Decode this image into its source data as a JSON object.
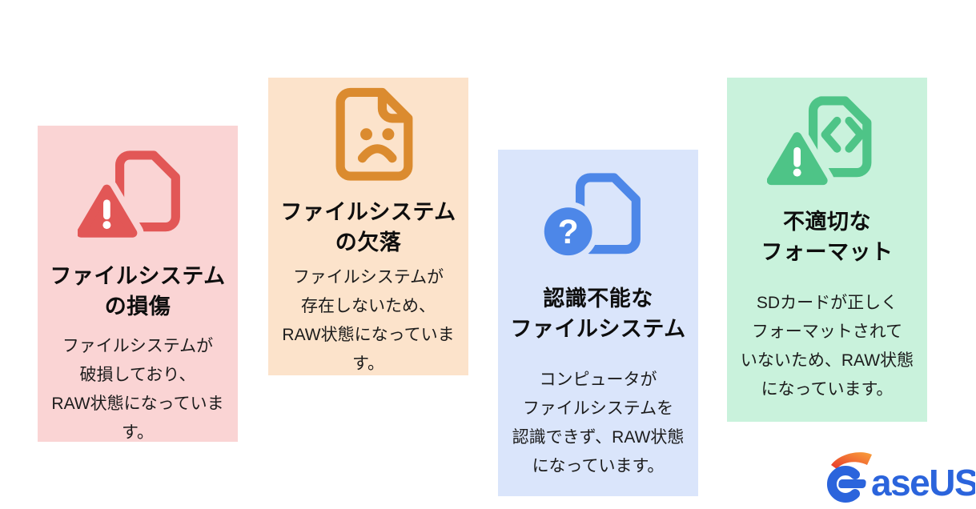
{
  "page": {
    "background_color": "#ffffff"
  },
  "cards": [
    {
      "icon": "file-damaged-warning-icon",
      "title": "ファイルシステム\nの損傷",
      "body": "ファイルシステムが\n破損しており、\nRAW状態になっていま\nす。",
      "bg_color": "#FAD4D4",
      "accent_color": "#E25756"
    },
    {
      "icon": "file-missing-sad-face-icon",
      "title": "ファイルシステム\nの欠落",
      "body": "ファイルシステムが\n存在しないため、\nRAW状態になっていま\nす。",
      "bg_color": "#FCE3CB",
      "accent_color": "#DB8B2F"
    },
    {
      "icon": "file-unrecognized-question-icon",
      "title": "認識不能な\nファイルシステム",
      "body": "コンピュータが\nファイルシステムを\n認識できず、RAW状態\nになっています。",
      "bg_color": "#DAE5FB",
      "accent_color": "#4D87E8"
    },
    {
      "icon": "file-format-code-warning-icon",
      "title": "不適切な\nフォーマット",
      "body": "SDカードが正しく\nフォーマットされて\nいないため、RAW状態\nになっています。",
      "bg_color": "#C9F2DC",
      "accent_color": "#4EC487"
    }
  ],
  "logo": {
    "brand": "EaseUS",
    "wordmark_rest": "aseUS",
    "blue": "#2B64DC",
    "flame_from": "#E8382B",
    "flame_to": "#F9A13B"
  }
}
